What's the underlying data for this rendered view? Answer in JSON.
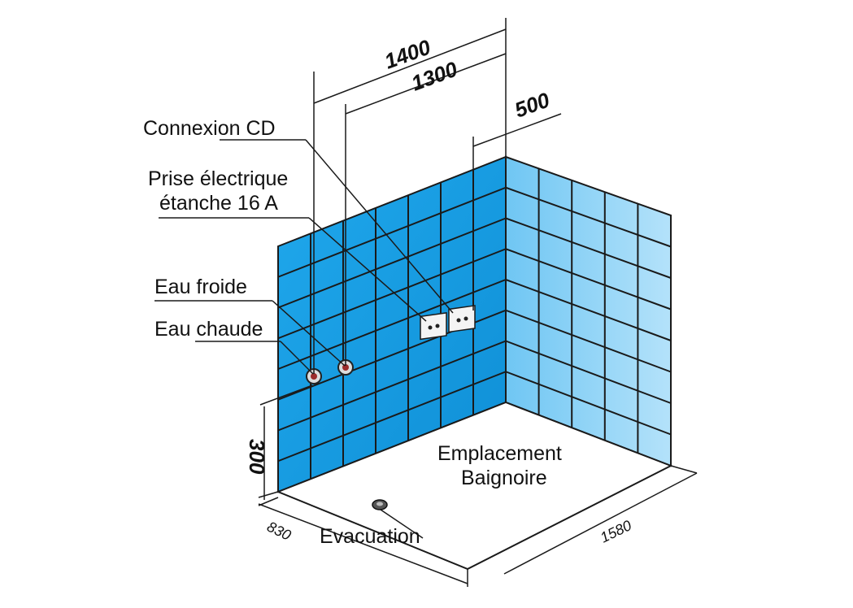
{
  "diagram": {
    "dimensions": {
      "width_top": "1400",
      "width_inner": "1300",
      "right_offset": "500",
      "height_left": "300",
      "depth_front": "830",
      "length_front": "1580"
    },
    "labels": {
      "connexion_cd": "Connexion CD",
      "prise_line1": "Prise électrique",
      "prise_line2": "étanche 16 A",
      "eau_froide": "Eau froide",
      "eau_chaude": "Eau chaude",
      "emplacement_line1": "Emplacement",
      "emplacement_line2": "Baignoire",
      "evacuation": "Evacuation"
    },
    "colors": {
      "tile_left": "#1aa3e8",
      "tile_right": "#8fd3f7",
      "grout": "#1a1a1a",
      "outline": "#1a1a1a"
    }
  }
}
